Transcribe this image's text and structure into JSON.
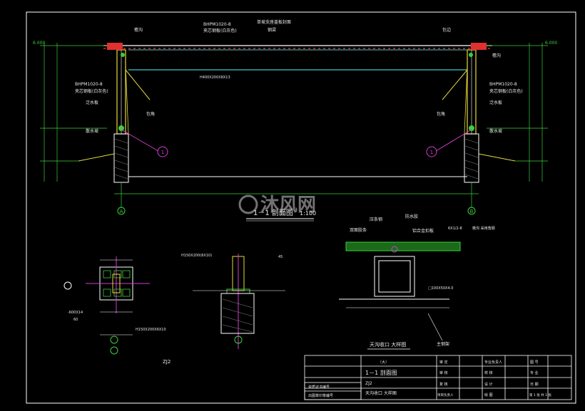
{
  "drawing": {
    "section_title": "1－1 剖面图",
    "section_scale": "1:100",
    "detail_zj2_label": "ZJ2",
    "detail_gutter_title": "天沟收口 大样图"
  },
  "watermark": {
    "text": "沐风网",
    "logo_icon": "mufeng-logo-icon"
  },
  "section_labels": {
    "left_top_note": "BHPM1020-8",
    "left_top_note2": "夹芯钢板(白灰色)",
    "roof_note": "单坡支座盖板封面",
    "roof_note2": "钢梁",
    "left_mid_note": "BHPM1020-8",
    "left_mid_note2": "夹芯钢板(白灰色)",
    "left_gutter": "檐沟",
    "left_flash": "泛水板",
    "left_corner": "包角",
    "left_base": "散水坡",
    "right_top_note": "包边",
    "right_gutter": "檐沟",
    "right_mid_note": "BHPM1020-8",
    "right_mid_note2": "夹芯钢板(白灰色)",
    "right_flash": "泛水板",
    "right_corner": "包角",
    "right_base": "散水坡",
    "mid_beam": "H400X200X8X13",
    "left_elev_top": "6.000",
    "right_elev_top": "6.000",
    "axis_a": "A",
    "axis_b": "B",
    "bubble_1": "1"
  },
  "detail_labels": {
    "zj1_plate": "-600X14",
    "zj1_h": "H150X200X6X10",
    "zj1_w": "60",
    "zj2_h": "H150X200(6X10)",
    "zj2_angle": "45",
    "gutter_a": "压条钢",
    "gutter_b": "双面胶条",
    "gutter_c": "防水胶",
    "gutter_d": "铝合金扣板",
    "gutter_e": "6X1/2-8",
    "gutter_f": "檐沟 采用角钢",
    "gutter_g": "□100X50X4.0",
    "gutter_h": "主钢架"
  },
  "title_block": {
    "row1": [
      "（大）",
      "审 定",
      "",
      "专业负责人",
      "",
      "图 号",
      ""
    ],
    "row2": [
      "",
      "审 核",
      "",
      "校 核",
      "",
      "专 业",
      ""
    ],
    "row3": [
      "",
      "复 核",
      "",
      "设 计",
      "",
      "日 期",
      ""
    ],
    "row4": [
      "",
      "项目负责人",
      "",
      "绘 图",
      "",
      "第 1 张 共 1 张",
      ""
    ],
    "main_title": "1－1 剖面图",
    "sub_title_1": "ZJ2",
    "sub_title_2": "天沟收口 大样图",
    "left_cells": [
      "资质证书编号",
      "出图章印章编号"
    ]
  },
  "colors": {
    "background": "#000000",
    "frame": "#ffffff",
    "steel": "#e8d83a",
    "beam": "#3cc8c8",
    "axis": "#3ccf3c",
    "leader": "#d03cd0",
    "roof": "#e03030",
    "text": "#e8e8e8"
  }
}
